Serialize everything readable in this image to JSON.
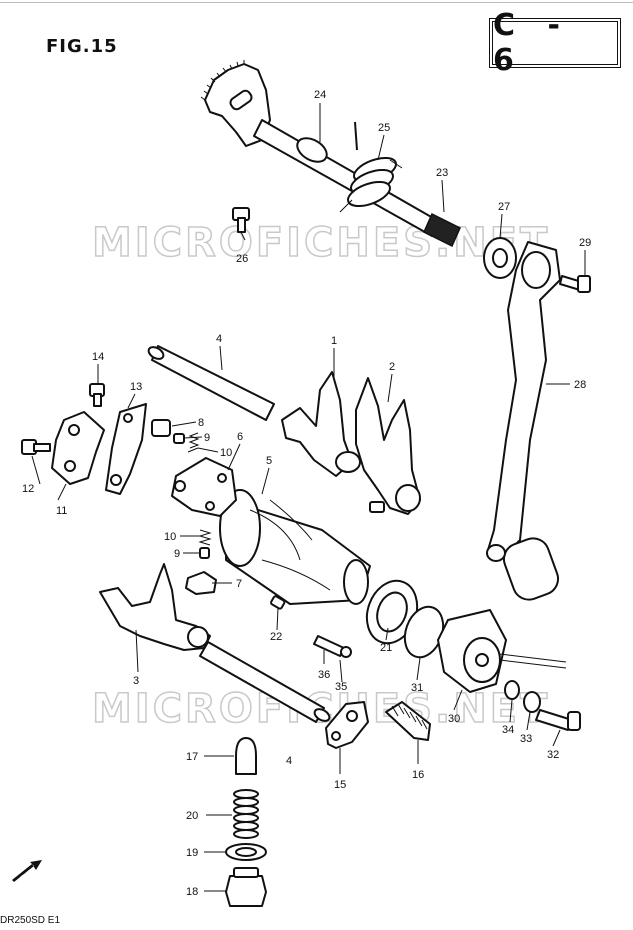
{
  "header": {
    "figure_label": "FIG.15",
    "section_code": "C - 6"
  },
  "watermark": "MICROFICHES.NET",
  "footer": {
    "code": "DR250SD  E1"
  },
  "orientation_label": "FWD",
  "callouts": [
    {
      "id": "c1",
      "text": "1"
    },
    {
      "id": "c2",
      "text": "2"
    },
    {
      "id": "c3",
      "text": "3"
    },
    {
      "id": "c4a",
      "text": "4"
    },
    {
      "id": "c4b",
      "text": "4"
    },
    {
      "id": "c5",
      "text": "5"
    },
    {
      "id": "c6",
      "text": "6"
    },
    {
      "id": "c7",
      "text": "7"
    },
    {
      "id": "c8",
      "text": "8"
    },
    {
      "id": "c9a",
      "text": "9"
    },
    {
      "id": "c9b",
      "text": "9"
    },
    {
      "id": "c10a",
      "text": "10"
    },
    {
      "id": "c10b",
      "text": "10"
    },
    {
      "id": "c11",
      "text": "11"
    },
    {
      "id": "c12",
      "text": "12"
    },
    {
      "id": "c13",
      "text": "13"
    },
    {
      "id": "c14",
      "text": "14"
    },
    {
      "id": "c15",
      "text": "15"
    },
    {
      "id": "c16",
      "text": "16"
    },
    {
      "id": "c17",
      "text": "17"
    },
    {
      "id": "c18",
      "text": "18"
    },
    {
      "id": "c19",
      "text": "19"
    },
    {
      "id": "c20",
      "text": "20"
    },
    {
      "id": "c21",
      "text": "21"
    },
    {
      "id": "c22",
      "text": "22"
    },
    {
      "id": "c23",
      "text": "23"
    },
    {
      "id": "c24",
      "text": "24"
    },
    {
      "id": "c25",
      "text": "25"
    },
    {
      "id": "c26",
      "text": "26"
    },
    {
      "id": "c27",
      "text": "27"
    },
    {
      "id": "c28",
      "text": "28"
    },
    {
      "id": "c29",
      "text": "29"
    },
    {
      "id": "c30",
      "text": "30"
    },
    {
      "id": "c31",
      "text": "31"
    },
    {
      "id": "c32",
      "text": "32"
    },
    {
      "id": "c33",
      "text": "33"
    },
    {
      "id": "c34",
      "text": "34"
    },
    {
      "id": "c35",
      "text": "35"
    },
    {
      "id": "c36",
      "text": "36"
    }
  ]
}
